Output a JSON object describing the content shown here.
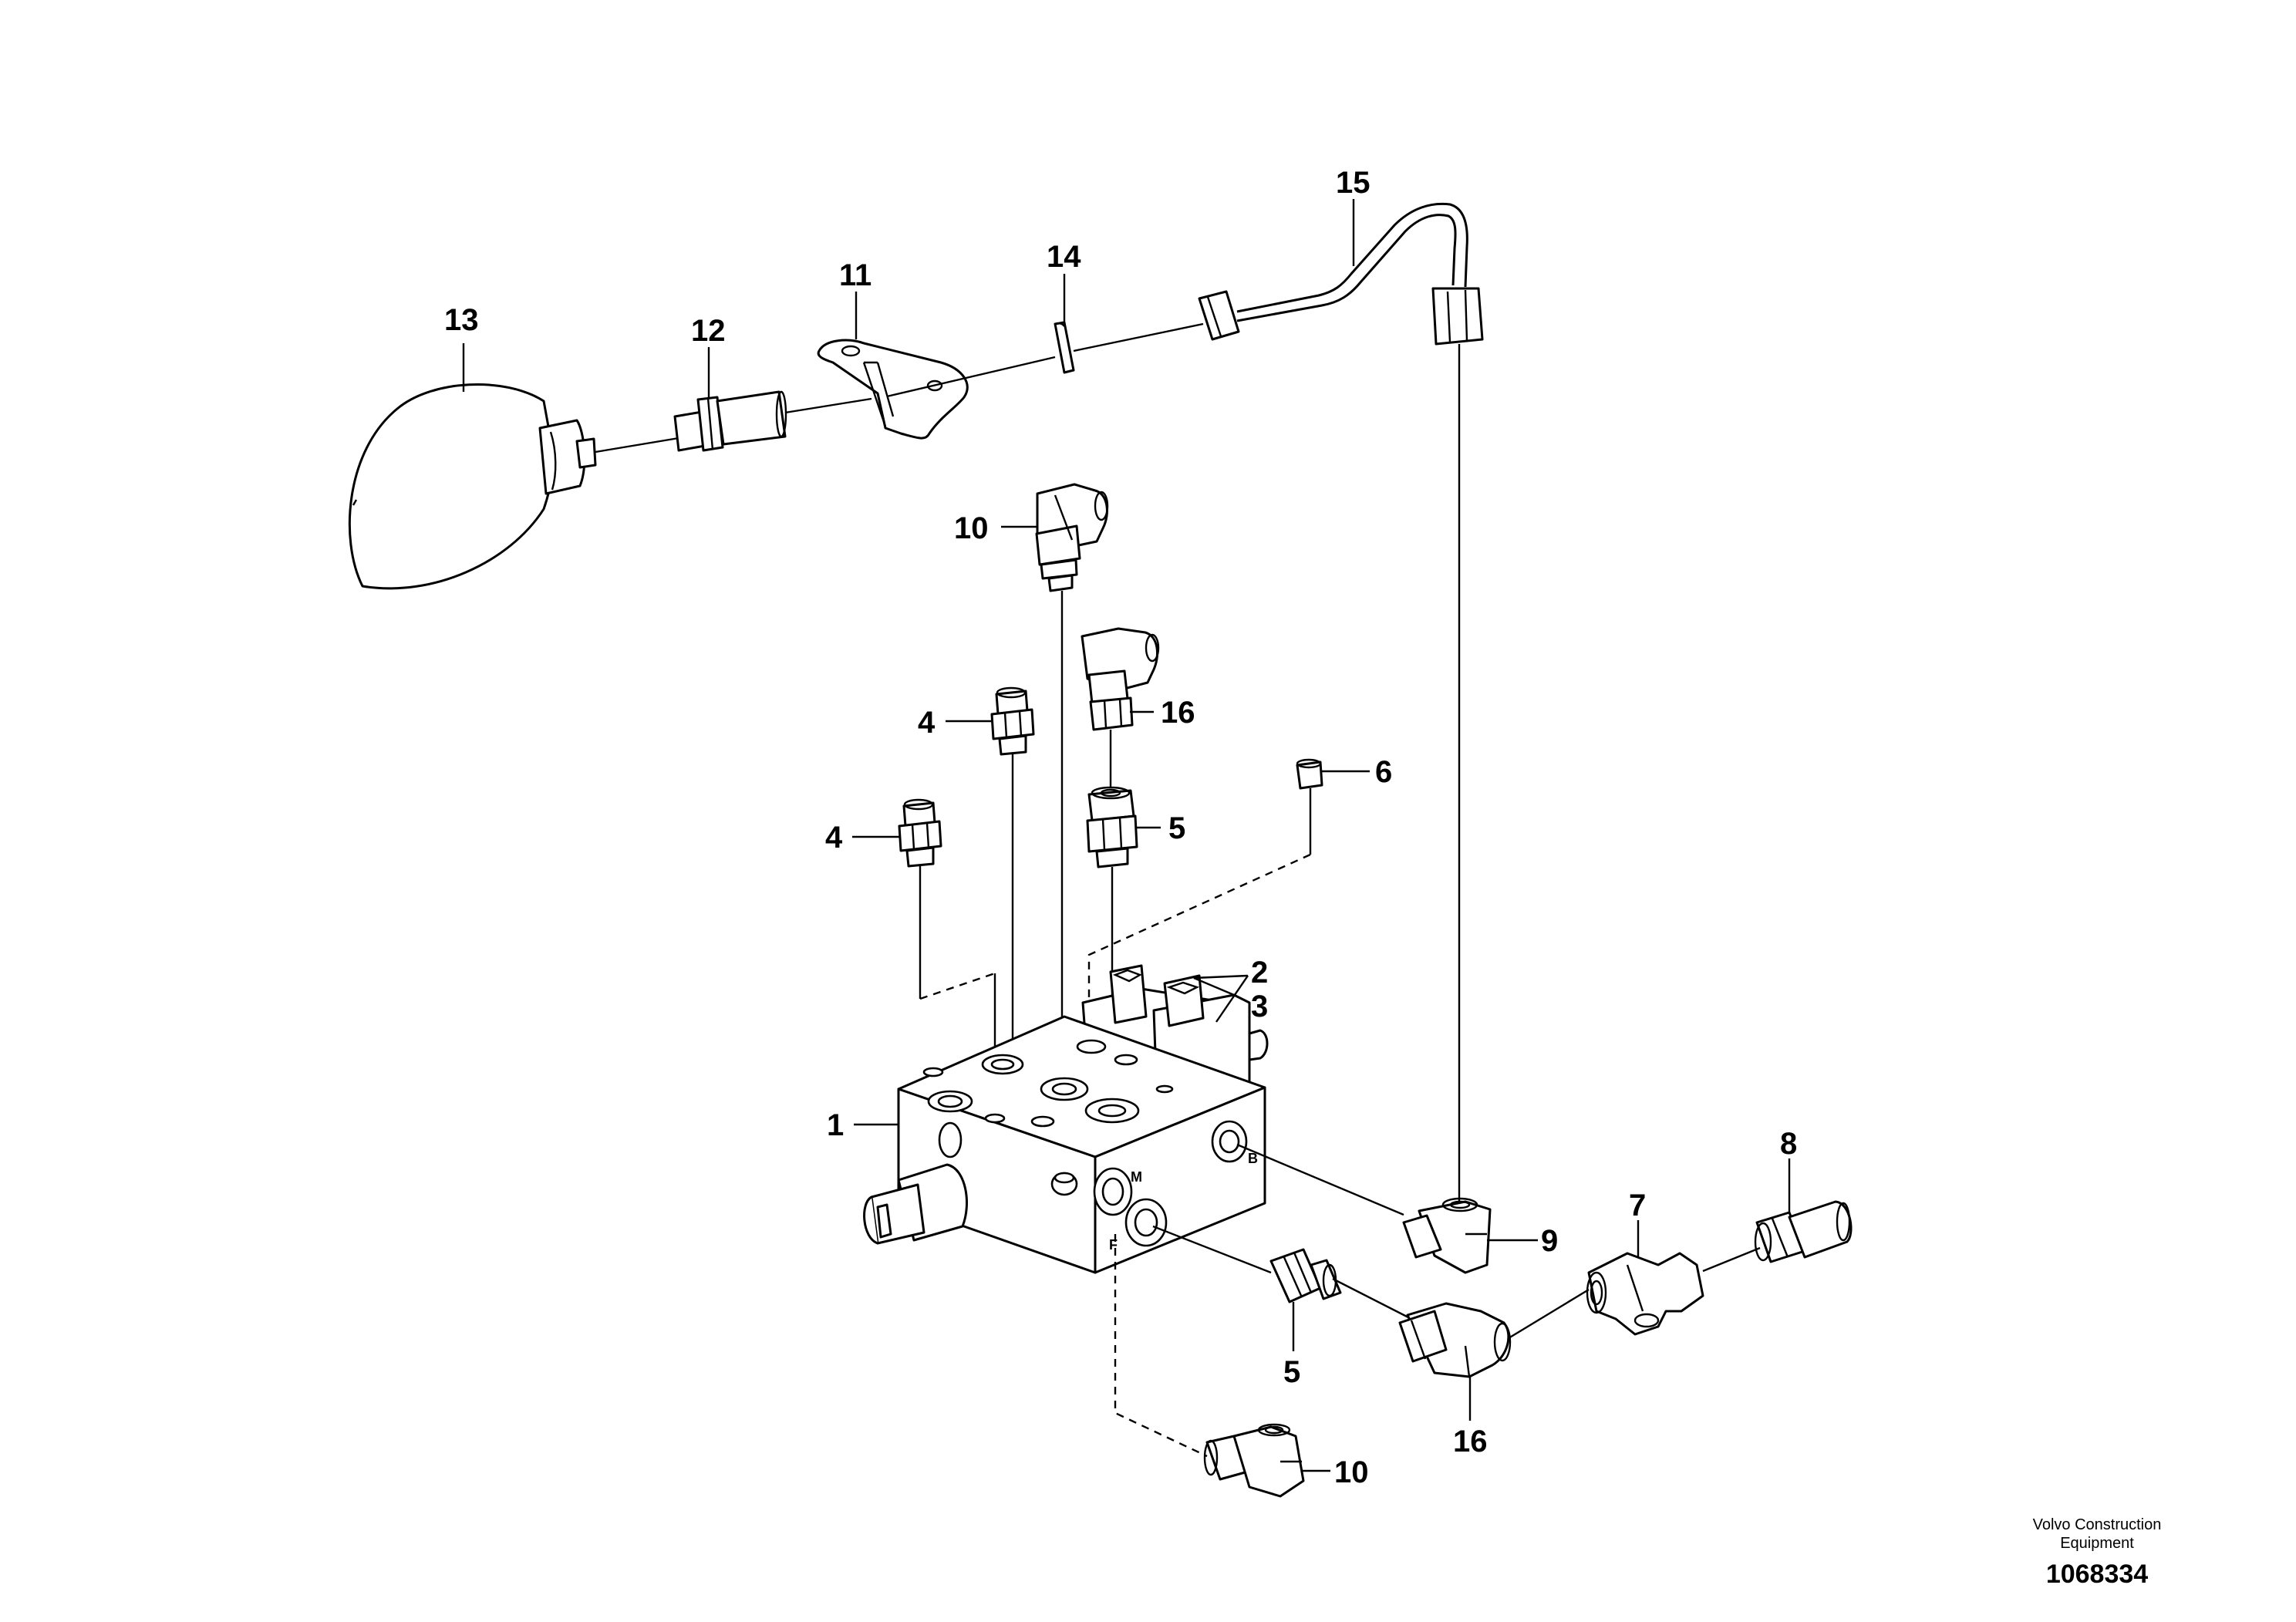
{
  "diagram": {
    "callouts": {
      "c1": "1",
      "c2": "2",
      "c3": "3",
      "c4a": "4",
      "c4b": "4",
      "c5a": "5",
      "c5b": "5",
      "c6": "6",
      "c7": "7",
      "c8": "8",
      "c9": "9",
      "c10a": "10",
      "c10b": "10",
      "c11": "11",
      "c12": "12",
      "c13": "13",
      "c14": "14",
      "c15": "15",
      "c16a": "16",
      "c16b": "16"
    },
    "port_marks": {
      "m": "M",
      "f": "F",
      "b": "B"
    }
  },
  "footer": {
    "manufacturer_line1": "Volvo Construction",
    "manufacturer_line2": "Equipment",
    "drawing_number": "1068334"
  }
}
